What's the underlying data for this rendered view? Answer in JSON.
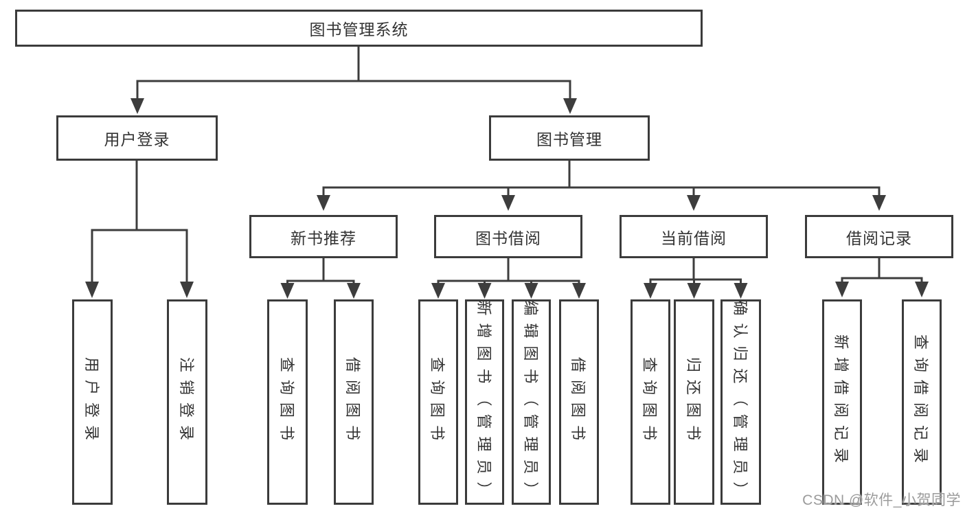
{
  "diagram": {
    "root": {
      "label": "图书管理系统"
    },
    "branches": [
      {
        "label": "用户登录",
        "children": [
          "用户登录",
          "注销登录"
        ]
      },
      {
        "label": "图书管理",
        "modules": [
          {
            "label": "新书推荐",
            "children": [
              "查询图书",
              "借阅图书"
            ]
          },
          {
            "label": "图书借阅",
            "children": [
              "查询图书",
              "新增图书（管理员）",
              "编辑图书（管理员）",
              "借阅图书"
            ]
          },
          {
            "label": "当前借阅",
            "children": [
              "查询图书",
              "归还图书",
              "确认归还（管理员）"
            ]
          },
          {
            "label": "借阅记录",
            "children": [
              "新增借阅记录",
              "查询借阅记录"
            ]
          }
        ]
      }
    ]
  },
  "watermark": {
    "text": "CSDN @软件_小贺同学"
  },
  "colors": {
    "line": "#3d3d3d",
    "box_border": "#3b3b3b",
    "text": "#333333",
    "watermark": "#9b9b9b",
    "background": "#ffffff"
  }
}
